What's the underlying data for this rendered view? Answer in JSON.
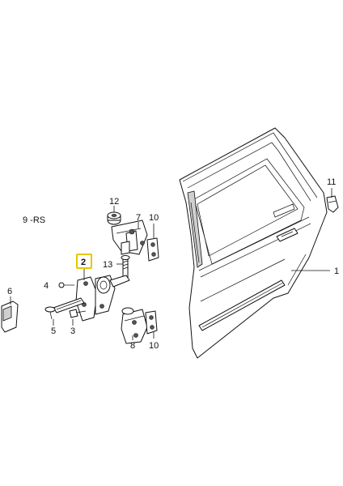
{
  "diagram": {
    "variant_label": "9 -RS",
    "callouts": {
      "door": "1",
      "hinge_lower_left": "2",
      "bolt_3": "3",
      "bolt_4": "4",
      "clip_5": "5",
      "trim_6": "6",
      "hinge_upper": "7",
      "hinge_lower": "8",
      "buffer_11": "11",
      "bush_12": "12",
      "bolt_13": "13",
      "plate_upper": "10",
      "plate_lower": "10"
    },
    "highlight_color": "#e8c600"
  }
}
